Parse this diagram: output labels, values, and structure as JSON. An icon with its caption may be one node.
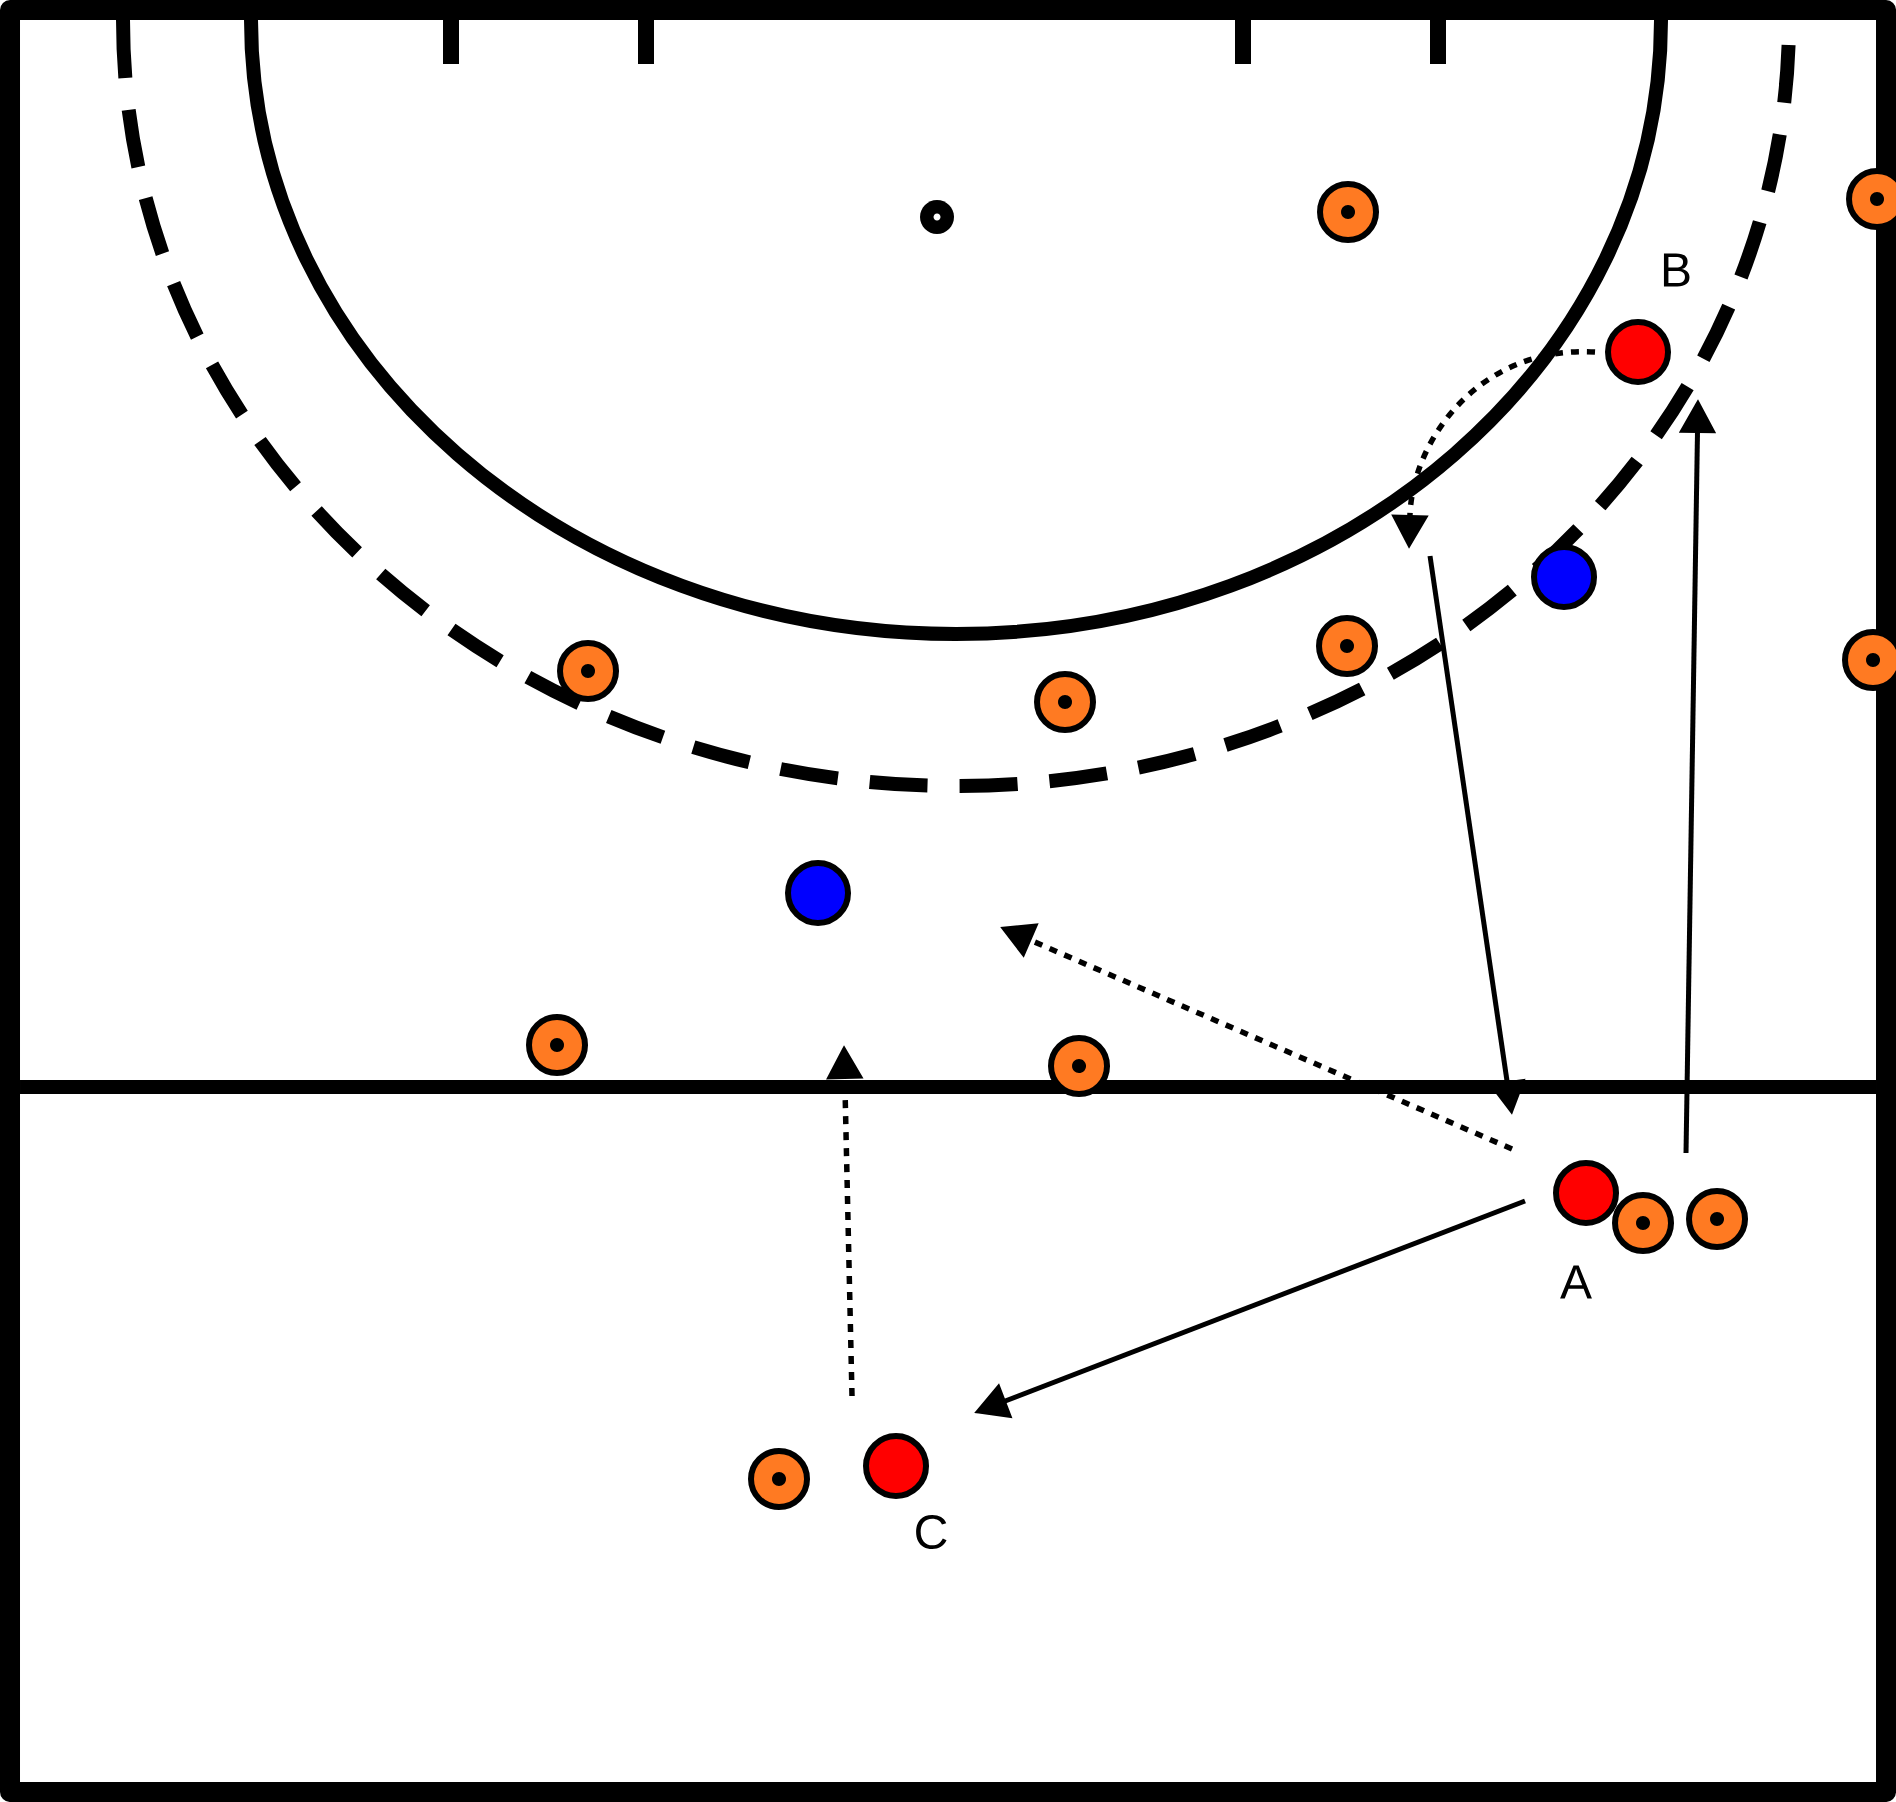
{
  "diagram": {
    "nodes": [
      {
        "text": [],
        "shape": "circle"
      },
      {
        "text": [],
        "shape": "circle"
      },
      {
        "text": [],
        "shape": "circle",
        "beside": [
          "B"
        ]
      },
      {
        "text": [],
        "shape": "circle"
      },
      {
        "text": [],
        "shape": "circle"
      },
      {
        "text": [],
        "shape": "circle"
      },
      {
        "text": [],
        "shape": "circle"
      },
      {
        "text": [],
        "shape": "circle"
      },
      {
        "text": [],
        "shape": "circle"
      },
      {
        "text": [],
        "shape": "circle"
      },
      {
        "text": [],
        "shape": "circle"
      },
      {
        "text": [],
        "shape": "circle",
        "beside": [
          "A"
        ]
      },
      {
        "text": [],
        "shape": "circle"
      },
      {
        "text": [],
        "shape": "circle"
      },
      {
        "text": [],
        "shape": "circle",
        "beside": [
          "C"
        ]
      },
      {
        "text": [],
        "shape": "circle"
      }
    ],
    "edges": [
      {
        "from": 2,
        "to": null,
        "arrow": "to",
        "style": "dashed"
      },
      {
        "from": null,
        "to": 11,
        "arrow": "to"
      },
      {
        "from": 11,
        "to": 14,
        "arrow": "to"
      },
      {
        "from": 11,
        "to": null,
        "arrow": "to",
        "style": "dashed"
      },
      {
        "from": 12,
        "to": null,
        "arrow": "to"
      },
      {
        "from": 14,
        "to": null,
        "arrow": "to",
        "style": "dashed"
      }
    ]
  }
}
